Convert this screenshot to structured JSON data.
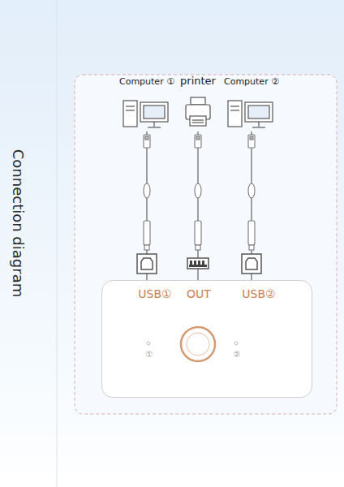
{
  "diagram": {
    "title": "Connection diagram",
    "nodes": [
      {
        "text": [
          "Computer ①"
        ]
      },
      {
        "text": [
          "printer"
        ]
      },
      {
        "text": [
          "Computer ②"
        ]
      },
      {
        "text": [
          "USB①",
          "OUT",
          "USB②",
          "①",
          "②"
        ]
      }
    ],
    "edges": [
      {
        "from": 0,
        "to": 3,
        "arrow": "none"
      },
      {
        "from": 1,
        "to": 3,
        "arrow": "none"
      },
      {
        "from": 2,
        "to": 3,
        "arrow": "none"
      }
    ]
  }
}
